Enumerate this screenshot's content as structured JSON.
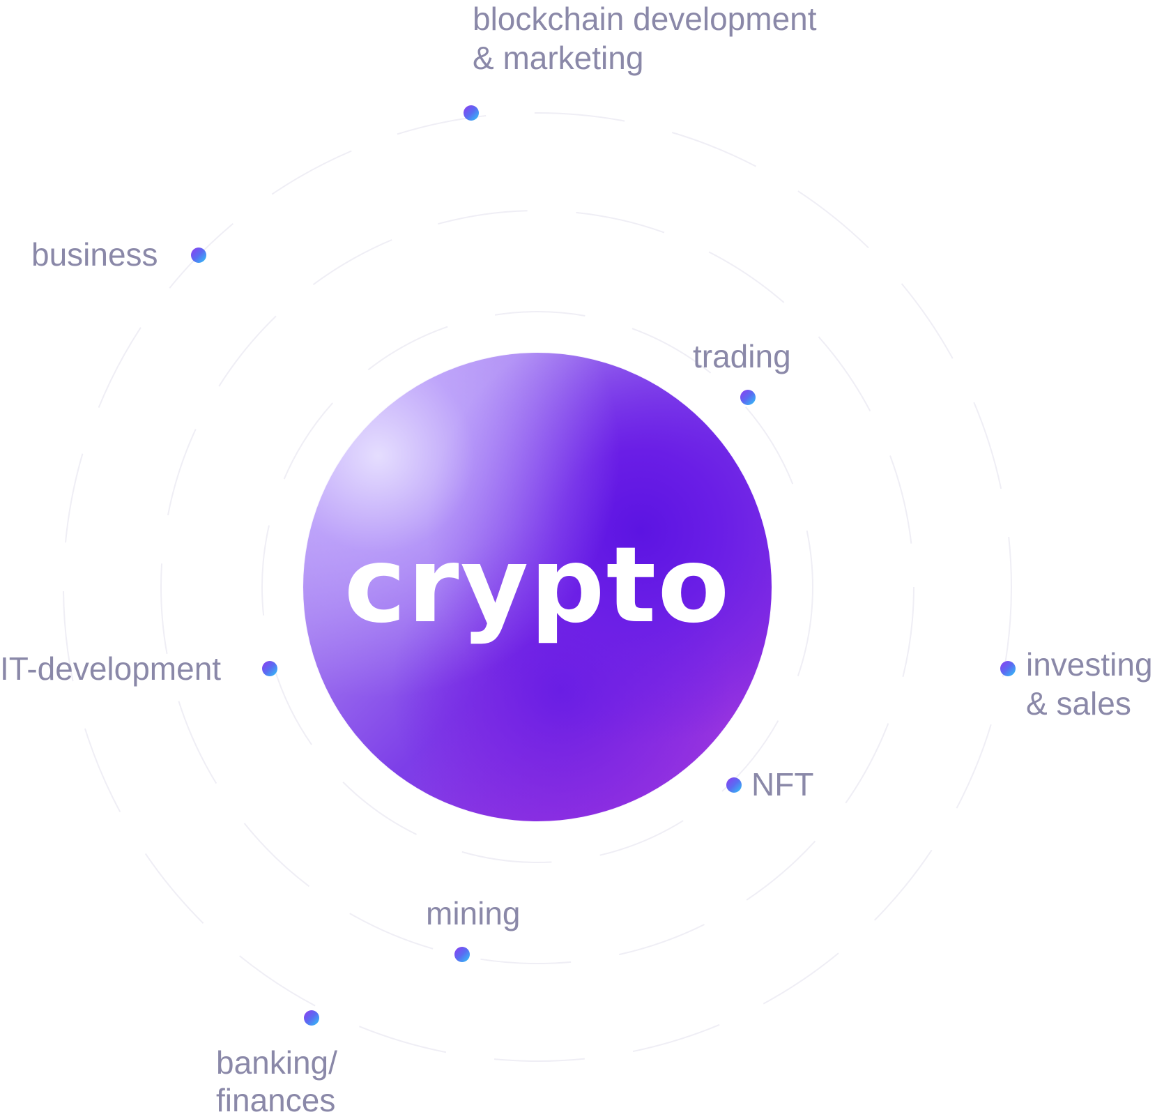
{
  "center": {
    "label": "crypto"
  },
  "nodes": [
    {
      "id": "blockchain",
      "lines": [
        "blockchain development",
        "& marketing"
      ]
    },
    {
      "id": "business",
      "lines": [
        "business"
      ]
    },
    {
      "id": "trading",
      "lines": [
        "trading"
      ]
    },
    {
      "id": "it",
      "lines": [
        "IT-development"
      ]
    },
    {
      "id": "investing",
      "lines": [
        "investing",
        "& sales"
      ]
    },
    {
      "id": "nft",
      "lines": [
        "NFT"
      ]
    },
    {
      "id": "mining",
      "lines": [
        "mining"
      ]
    },
    {
      "id": "banking",
      "lines": [
        "banking/",
        "finances"
      ]
    }
  ],
  "colors": {
    "label": "#8a88a8",
    "dot_from": "#8f3cf0",
    "dot_to": "#2fc8f6",
    "sphere_core": "#5c14e2",
    "sphere_highlight": "#e8e2ff"
  }
}
